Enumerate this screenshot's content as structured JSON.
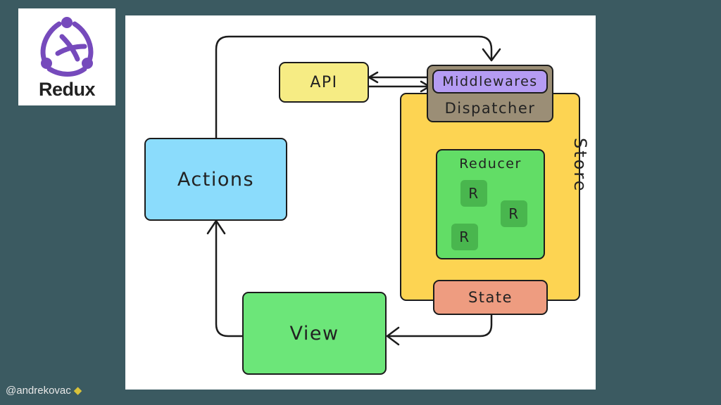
{
  "logo": {
    "text": "Redux",
    "color": "#764abc"
  },
  "diagram": {
    "actions": "Actions",
    "api": "API",
    "middlewares": "Middlewares",
    "dispatcher": "Dispatcher",
    "store": "Store",
    "reducer": "Reducer",
    "reducer_items": [
      "R",
      "R",
      "R"
    ],
    "state": "State",
    "view": "View"
  },
  "colors": {
    "background": "#3b5a61",
    "actions": "#8bdcfc",
    "api": "#f6ec84",
    "middlewares": "#b59cf3",
    "dispatcher": "#9b8e76",
    "store": "#fdd452",
    "reducer": "#62dd66",
    "reducer_item": "#49b64e",
    "state": "#ee9c80",
    "view": "#6ce679"
  },
  "credit": {
    "text": "@andrekovac",
    "icon": "parrot-icon"
  }
}
